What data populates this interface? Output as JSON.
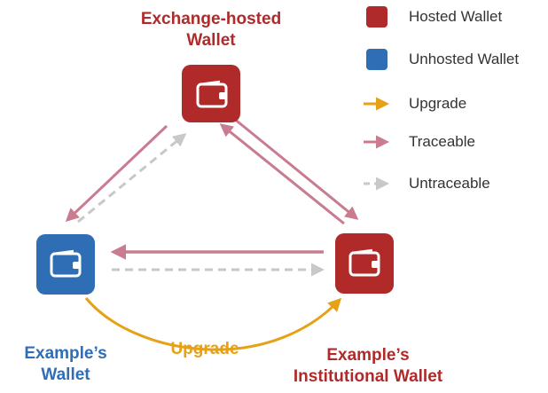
{
  "nodes": {
    "exchange": {
      "title_line1": "Exchange-hosted",
      "title_line2": "Wallet",
      "kind": "hosted"
    },
    "personal": {
      "title_line1": "Example’s",
      "title_line2": "Wallet",
      "kind": "unhosted"
    },
    "institutional": {
      "title_line1": "Example’s",
      "title_line2": "Institutional Wallet",
      "kind": "hosted"
    }
  },
  "upgrade_label": "Upgrade",
  "legend": [
    {
      "id": "hosted",
      "label": "Hosted Wallet",
      "symbol": "square",
      "color": "#b02a2a"
    },
    {
      "id": "unhosted",
      "label": "Unhosted Wallet",
      "symbol": "square",
      "color": "#2f6db5"
    },
    {
      "id": "upgrade",
      "label": "Upgrade",
      "symbol": "arrow-solid",
      "color": "#e6a117"
    },
    {
      "id": "traceable",
      "label": "Traceable",
      "symbol": "arrow-solid",
      "color": "#c97b90"
    },
    {
      "id": "untraceable",
      "label": "Untraceable",
      "symbol": "arrow-dashed",
      "color": "#c8c8c8"
    }
  ],
  "colors": {
    "hosted": "#b02a2a",
    "unhosted": "#2f6db5",
    "upgrade": "#e6a117",
    "traceable": "#c97b90",
    "untraceable": "#c8c8c8"
  },
  "icons": {
    "wallet": "wallet-icon"
  }
}
